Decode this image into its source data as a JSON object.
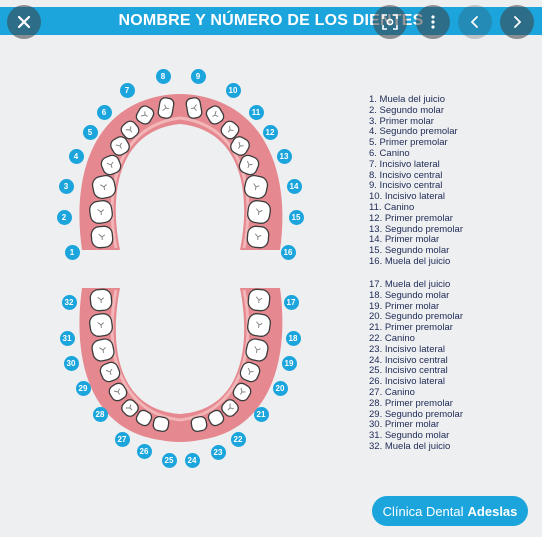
{
  "viewer": {
    "title": "NOMBRE Y NÚMERO DE LOS DIENTES",
    "close_icon": "close-icon",
    "lens_icon": "visual-search-icon",
    "more_icon": "more-vertical-icon",
    "prev_icon": "chevron-left-icon",
    "next_icon": "chevron-right-icon"
  },
  "colors": {
    "accent": "#1ba5dc",
    "gum": "#e6888f",
    "gum_inner": "#f2b6b8",
    "text": "#1e2a55"
  },
  "upper_badges": [
    "1",
    "2",
    "3",
    "4",
    "5",
    "6",
    "7",
    "8",
    "9",
    "10",
    "11",
    "12",
    "13",
    "14",
    "15",
    "16"
  ],
  "lower_badges": [
    "17",
    "18",
    "19",
    "20",
    "21",
    "22",
    "23",
    "24",
    "25",
    "26",
    "27",
    "28",
    "29",
    "30",
    "31",
    "32"
  ],
  "legend": [
    "1. Muela del juicio",
    "2. Segundo molar",
    "3. Primer molar",
    "4. Segundo premolar",
    "5. Primer premolar",
    "6. Canino",
    "7. Incisivo lateral",
    "8. Incisivo central",
    "9. Incisivo central",
    "10. Incisivo lateral",
    "11. Canino",
    "12. Primer premolar",
    "13. Segundo premolar",
    "14. Primer molar",
    "15. Segundo molar",
    "16. Muela del juicio",
    "17. Muela del juicio",
    "18. Segundo molar",
    "19. Primer molar",
    "20. Segundo premolar",
    "21. Primer premolar",
    "22. Canino",
    "23. Incisivo lateral",
    "24. Incisivo central",
    "25. Incisivo central",
    "26. Incisivo lateral",
    "27. Canino",
    "28. Primer premolar",
    "29. Segundo premolar",
    "30. Primer molar",
    "31. Segundo molar",
    "32. Muela del juicio"
  ],
  "brand": {
    "prefix": "Clínica Dental",
    "name": "Adeslas"
  }
}
